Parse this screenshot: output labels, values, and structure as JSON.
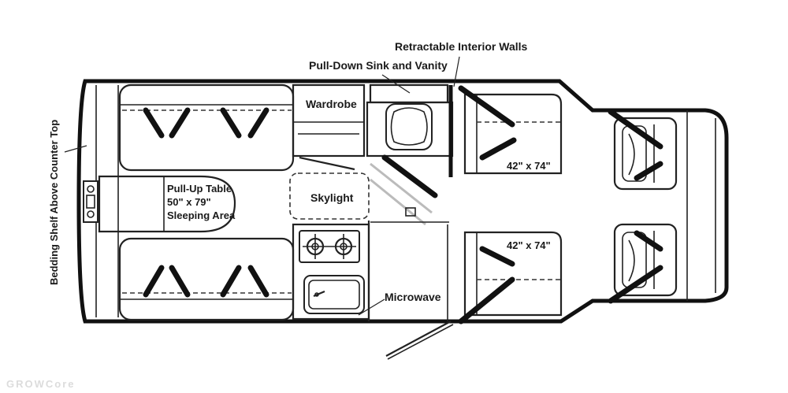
{
  "labels": {
    "retractable_walls": "Retractable Interior Walls",
    "sink_vanity": "Pull-Down Sink and Vanity",
    "wardrobe": "Wardrobe",
    "bedding_shelf": "Bedding Shelf Above Counter Top",
    "pull_up_table_line1": "Pull-Up Table",
    "pull_up_table_line2": "50\" x 79\"",
    "pull_up_table_line3": "Sleeping Area",
    "skylight": "Skylight",
    "microwave": "Microwave",
    "bunk_upper": "42\" x 74\"",
    "bunk_lower": "42\" x 74\""
  },
  "watermark": "GROWCore"
}
